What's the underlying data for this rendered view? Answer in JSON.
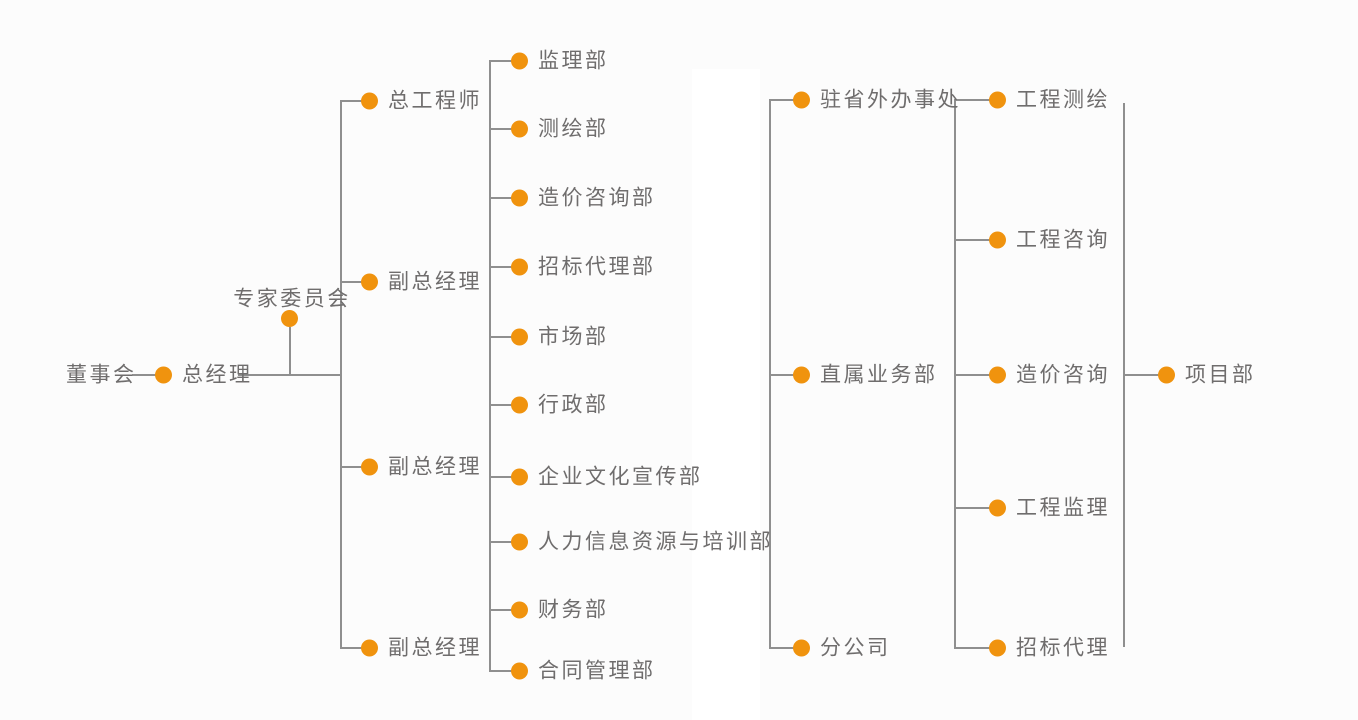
{
  "diagram": {
    "type": "org-chart",
    "language": "zh-CN",
    "colors": {
      "dot": "#F0930E",
      "line": "#8F8F8F",
      "text": "#6F6D6D",
      "background": "#FCFCFC"
    },
    "org": {
      "root": "董事会",
      "general_manager": "总经理",
      "advisory": "专家委员会",
      "executives": [
        "总工程师",
        "副总经理",
        "副总经理",
        "副总经理"
      ],
      "departments": [
        "监理部",
        "测绘部",
        "造价咨询部",
        "招标代理部",
        "市场部",
        "行政部",
        "企业文化宣传部",
        "人力信息资源与培训部",
        "财务部",
        "合同管理部"
      ],
      "branch_units": [
        "驻省外办事处",
        "直属业务部",
        "分公司"
      ],
      "business_lines": [
        "工程测绘",
        "工程咨询",
        "造价咨询",
        "工程监理",
        "招标代理"
      ],
      "project_dept": "项目部"
    }
  }
}
